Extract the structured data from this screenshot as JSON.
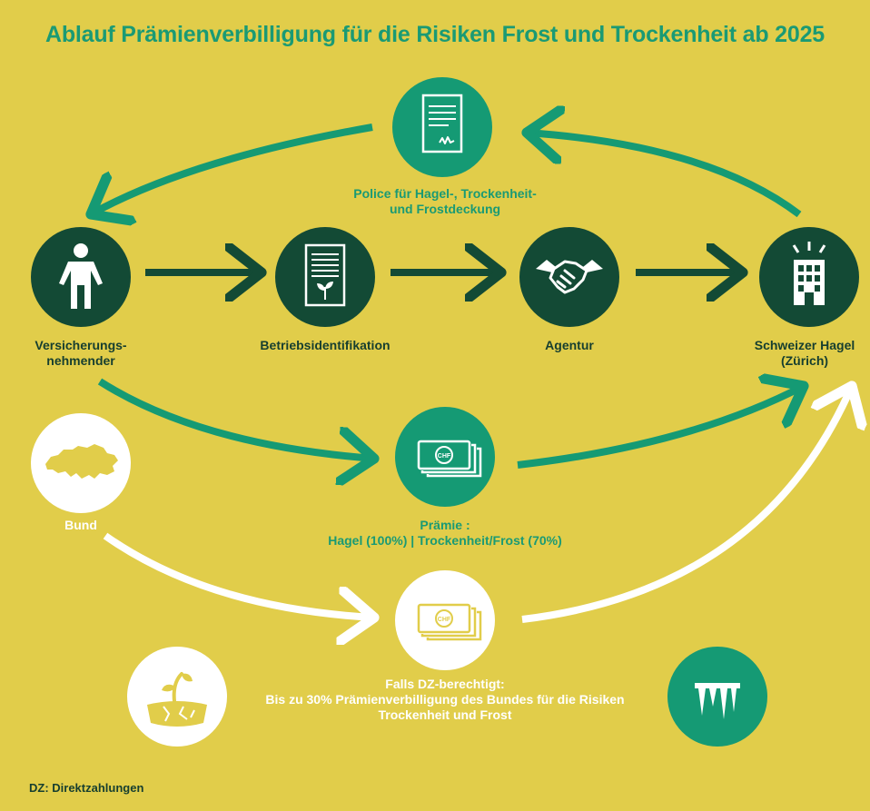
{
  "title": "Ablauf Prämienverbilligung für die Risiken Frost und Trockenheit ab 2025",
  "nodes": {
    "policy": "Police für Hagel-, Trockenheit-\nund Frostdeckung",
    "insured": "Versicherungs-\nnehmender",
    "operation_id": "Betriebsidentifikation",
    "agency": "Agentur",
    "insurer": "Schweizer Hagel\n(Zürich)",
    "federal": "Bund",
    "premium": "Prämie :\nHagel (100%) | Trockenheit/Frost (70%)",
    "subsidy": "Falls DZ-berechtigt:\nBis zu 30% Prämienverbilligung des Bundes für die Risiken\nTrockenheit und Frost"
  },
  "currency_label": "CHF",
  "footnote": "DZ: Direktzahlungen",
  "colors": {
    "background": "#e1cd4a",
    "dark_green": "#134a35",
    "green": "#159a74",
    "white": "#ffffff"
  },
  "icons": [
    "document-signature-icon",
    "person-icon",
    "document-plant-icon",
    "handshake-icon",
    "building-icon",
    "switzerland-map-icon",
    "banknotes-icon",
    "sprout-dry-soil-icon",
    "icicles-icon"
  ]
}
